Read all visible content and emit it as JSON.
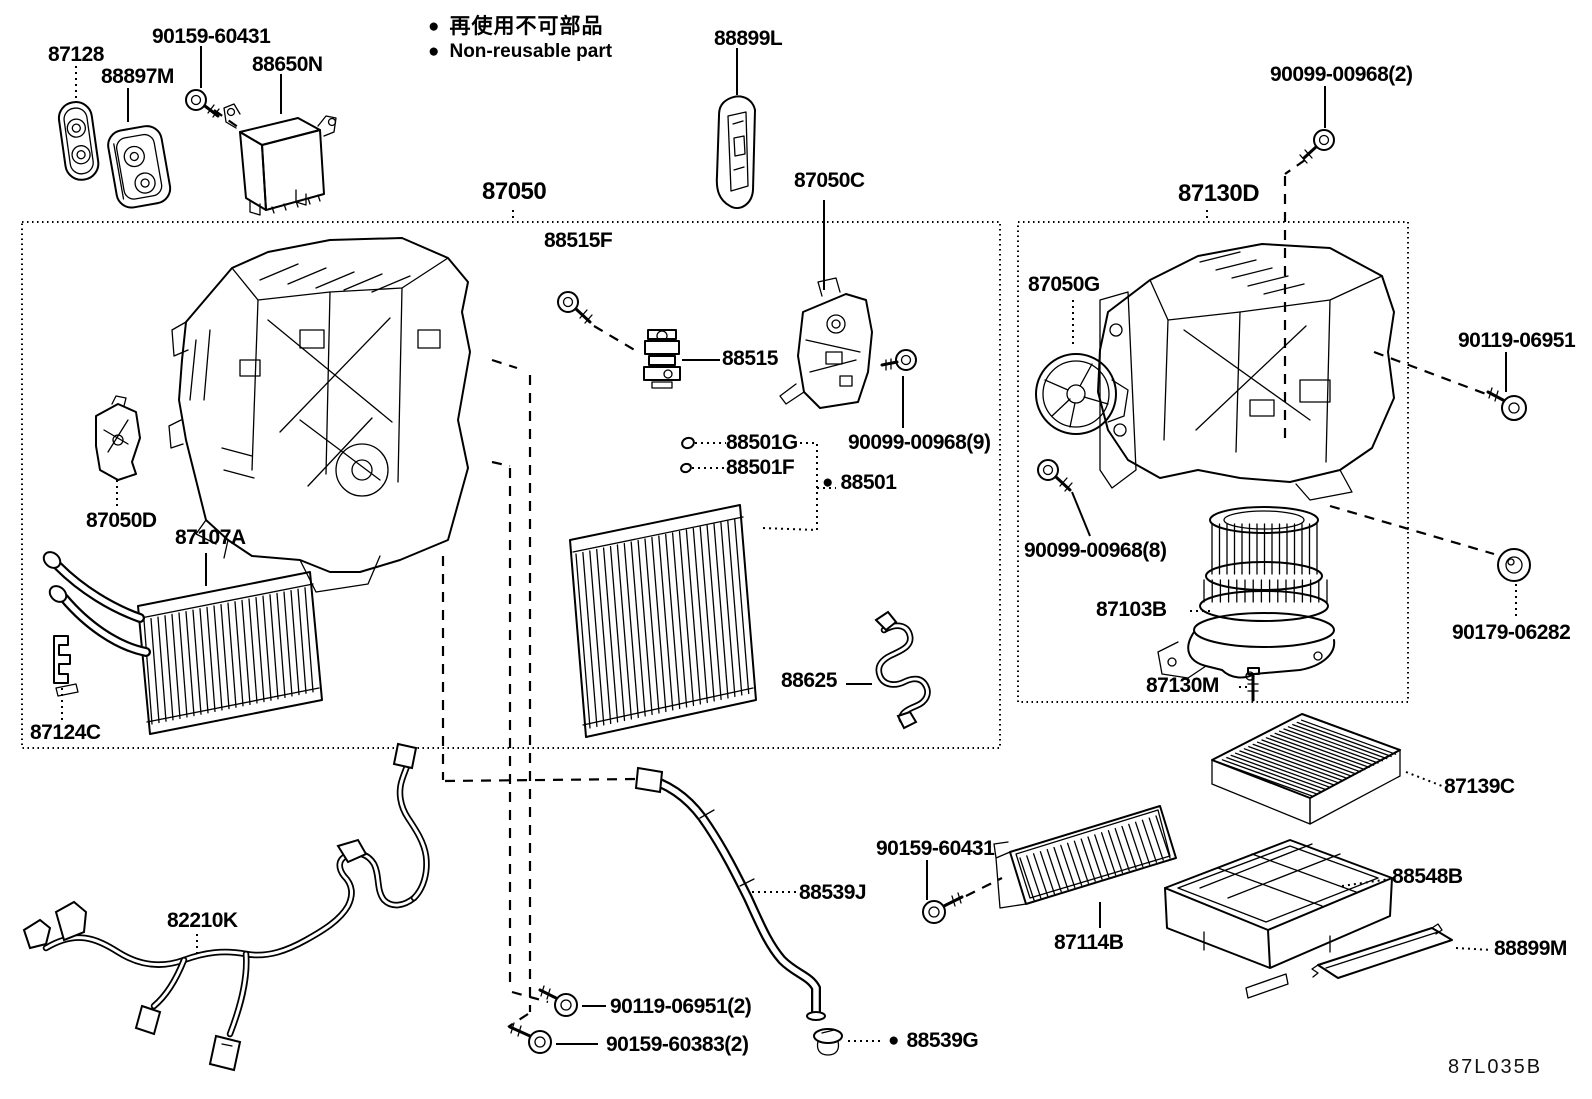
{
  "legend": {
    "bullet": "●",
    "jp": "再使用不可部品",
    "en": "Non-reusable part"
  },
  "diagram_code": "87L035B",
  "assemblies": {
    "hvac_unit_box": "87050",
    "blower_box": "87130D"
  },
  "parts": {
    "gasket": "87128",
    "seal": "88897M",
    "screw_amplifier": "90159-60431",
    "amplifier": "88650N",
    "pad": "88899L",
    "screw_blower_case_2": "90099-00968(2)",
    "screw_valve": "88515F",
    "valve": "88515",
    "servo_motor_c": "87050C",
    "screw_servo_9": "90099-00968(9)",
    "oring_g": "88501G",
    "oring_f": "88501F",
    "evaporator": "88501",
    "servo_motor_d": "87050D",
    "heater_core": "87107A",
    "pipe_clamp": "87124C",
    "thermistor_wire": "88625",
    "fan": "87050G",
    "screw_blower_8": "90099-00968(8)",
    "blower_motor": "87103B",
    "screw_blower_motor": "87130M",
    "bolt_right": "90119-06951",
    "nut_right": "90179-06282",
    "wire_harness": "82210K",
    "drain_hose": "88539J",
    "screw_element": "90159-60431",
    "element": "87114B",
    "screw_bottom_a": "90119-06951(2)",
    "screw_bottom_b": "90159-60383(2)",
    "grommet": "88539G",
    "filter": "87139C",
    "filter_case": "88548B",
    "cover_plate": "88899M"
  }
}
